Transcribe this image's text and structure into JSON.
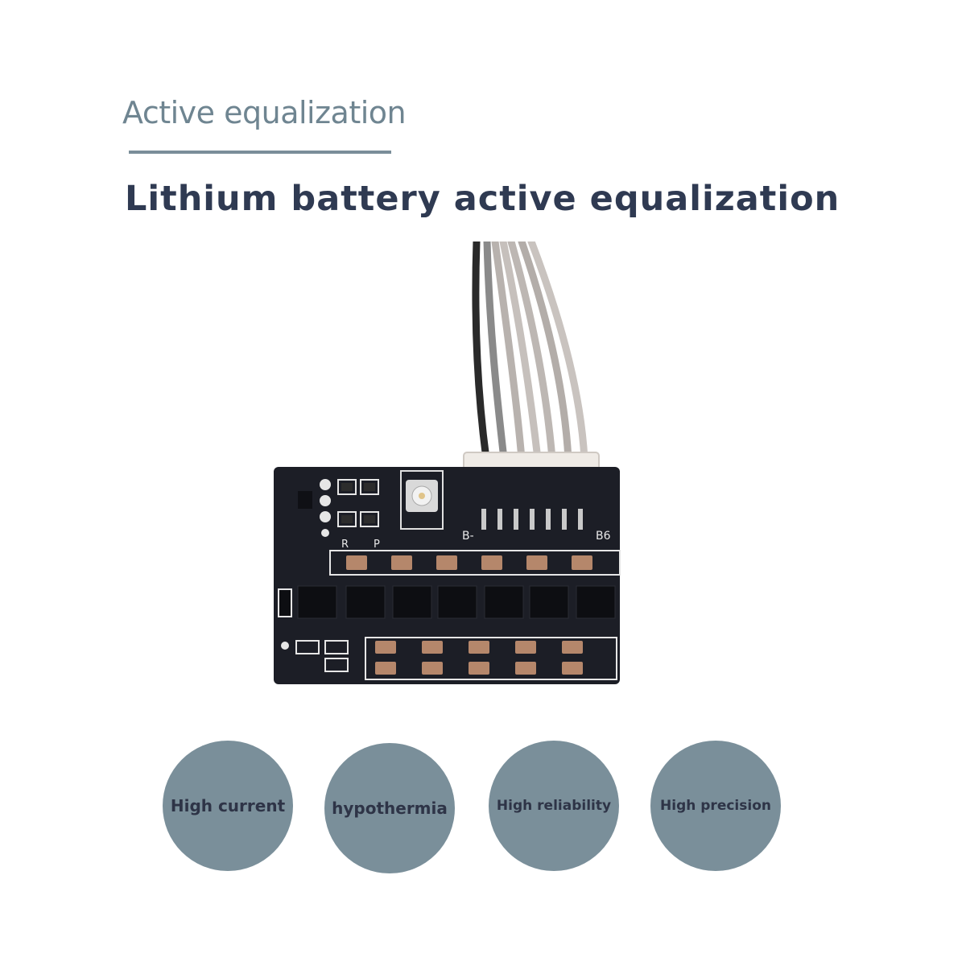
{
  "header": {
    "section_title": "Active equalization",
    "headline": "Lithium battery active equalization"
  },
  "board": {
    "silkscreen_left": "B-",
    "silkscreen_right": "B6",
    "silkscreen_r": "R",
    "silkscreen_p": "P"
  },
  "features": [
    {
      "label": "High current"
    },
    {
      "label": "hypothermia"
    },
    {
      "label": "High reliability"
    },
    {
      "label": "High precision"
    }
  ],
  "colors": {
    "title_gray": "#6f8591",
    "headline_navy": "#2f3a52",
    "circle_fill": "#7a8f9a",
    "pcb": "#1c1e26"
  }
}
